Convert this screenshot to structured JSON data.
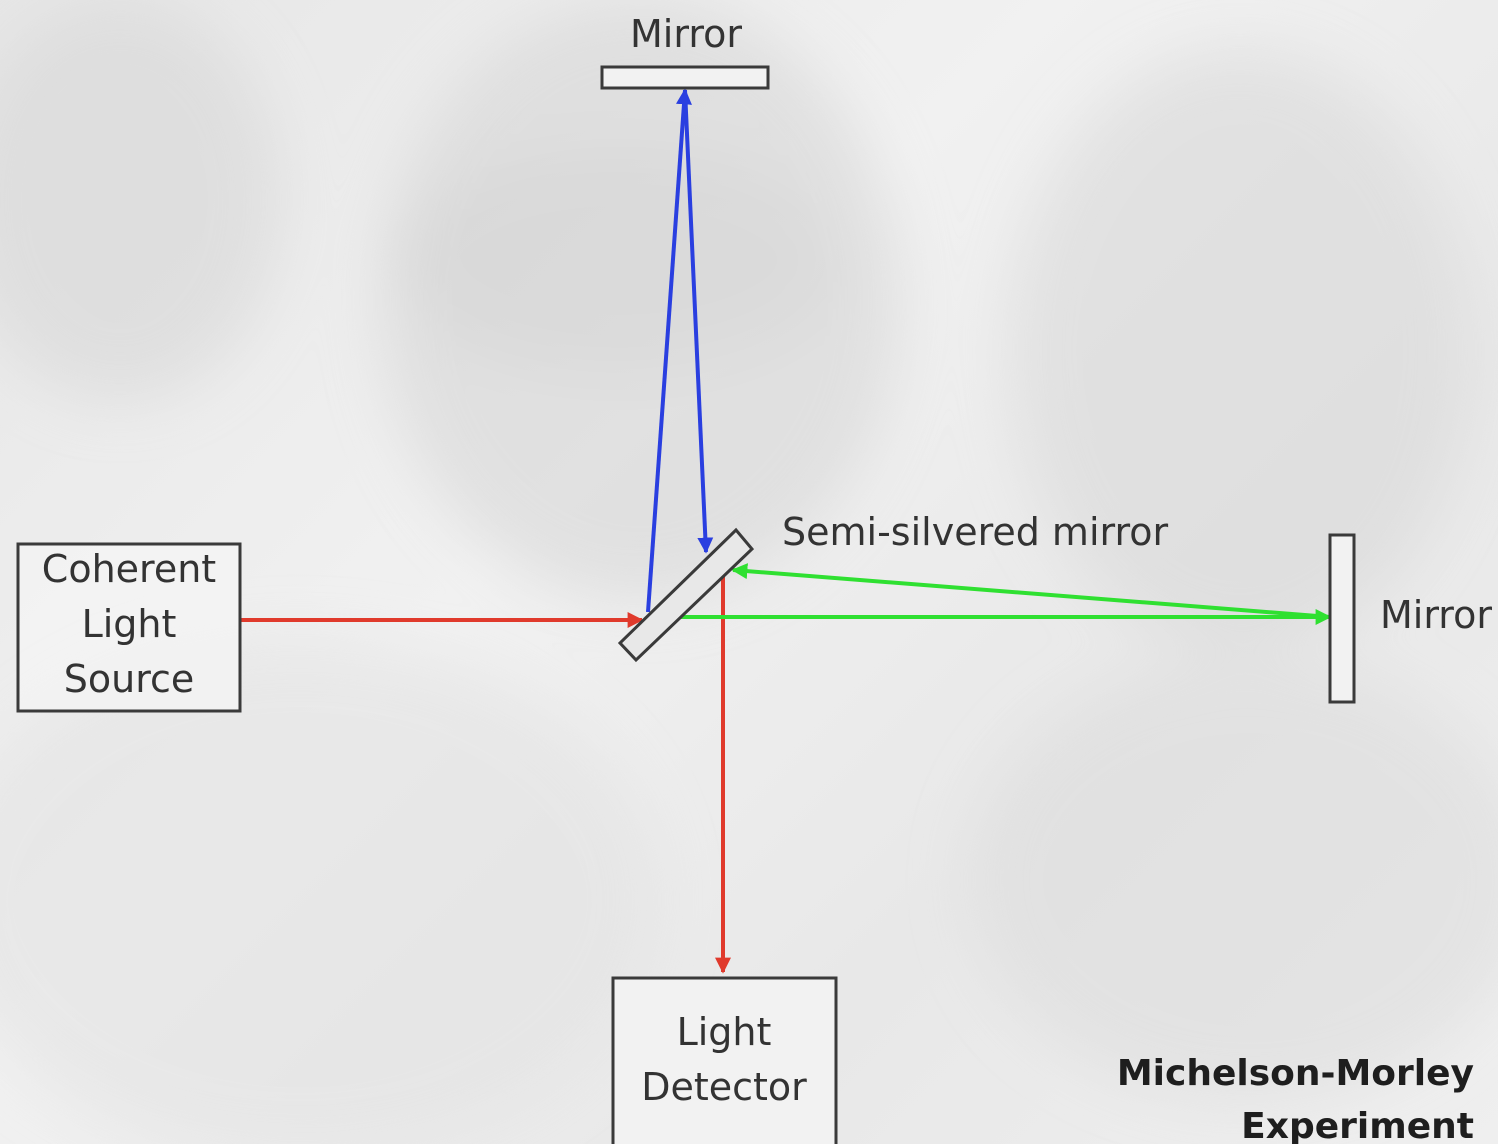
{
  "diagram": {
    "colors": {
      "red_beam": "#e03a2c",
      "blue_beam": "#2a3fe0",
      "green_beam": "#2fe031",
      "component_stroke": "#3a3a3a",
      "component_fill": "#f2f2f2"
    },
    "labels": {
      "top_mirror": "Mirror",
      "right_mirror": "Mirror",
      "semi_silvered_mirror": "Semi-silvered mirror",
      "source_line1": "Coherent",
      "source_line2": "Light",
      "source_line3": "Source",
      "detector_line1": "Light",
      "detector_line2": "Detector",
      "title_line1": "Michelson-Morley",
      "title_line2": "Experiment"
    }
  }
}
